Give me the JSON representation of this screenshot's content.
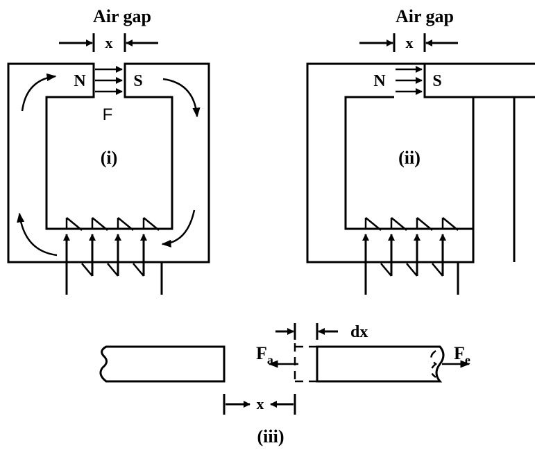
{
  "diagram_i": {
    "air_gap_label": "Air gap",
    "gap_var": "x",
    "north_label": "N",
    "south_label": "S",
    "force_label": "F",
    "caption": "(i)"
  },
  "diagram_ii": {
    "air_gap_label": "Air gap",
    "gap_var": "x",
    "north_label": "N",
    "south_label": "S",
    "caption": "(ii)"
  },
  "diagram_iii": {
    "dx_label": "dx",
    "fa_main": "F",
    "fa_sub": "a",
    "fe_main": "F",
    "fe_sub": "e",
    "x_label": "x",
    "caption": "(iii)"
  }
}
